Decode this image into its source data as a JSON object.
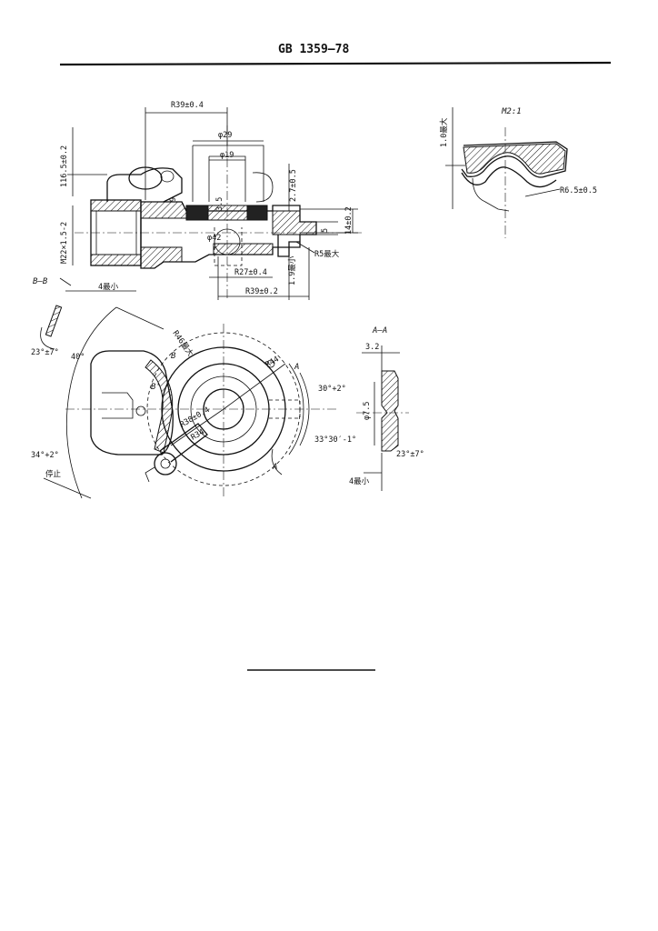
{
  "header": {
    "standard_no": "GB 1359—78"
  },
  "main_view": {
    "dims": {
      "r39_top": "R39±0.4",
      "phi29": "φ29",
      "phi19": "φ19",
      "d116": "116.5±0.2",
      "d2_7": "2.7±0.5",
      "d5": "5",
      "d14": "14±0.2",
      "d9": "9",
      "d3_5": "3.5",
      "phi42": "φ42",
      "thread": "M22×1.5-2",
      "r5": "R5最大",
      "r27": "R27±0.4",
      "r39_bottom": "R39±0.2",
      "d1_9": "1.9最小"
    }
  },
  "detail_view": {
    "m_label": "M2:1",
    "d1_0": "1.0最大",
    "r6_5": "R6.5±0.5"
  },
  "section_bb": {
    "label": "B—B",
    "d4": "4最小",
    "angle23": "23°±7°",
    "angle40": "40°",
    "angle34": "34°+2°",
    "stop": "停止"
  },
  "plan_view": {
    "r46": "R46最大",
    "b_mark": "B",
    "b_prime": "B'",
    "r44": "R44",
    "a_mark_top": "A",
    "a_mark_bottom": "A",
    "angle30": "30°+2°",
    "angle33": "33°30′-1°",
    "r38": "R38±0.4",
    "r34": "R34"
  },
  "section_aa": {
    "label": "A—A",
    "d3_2": "3.2",
    "phi7_5": "φ7.5",
    "angle23": "23°±7°",
    "d4": "4最小"
  }
}
